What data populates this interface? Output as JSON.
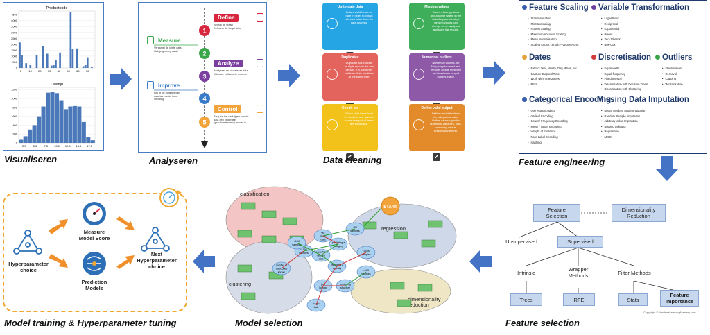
{
  "stages": {
    "visualiseren": "Visualiseren",
    "analyseren": "Analyseren",
    "data_cleaning": "Data cleaning",
    "feature_engineering": "Feature engineering",
    "feature_selection": "Feature selection",
    "model_selection": "Model selection",
    "model_training": "Model training & Hyperparameter tuning"
  },
  "charts": [
    {
      "type": "bar",
      "title": "Productcode",
      "x_ticks": [
        "0",
        "10",
        "20",
        "30",
        "40",
        "50",
        "60",
        "70"
      ],
      "y_ticks": [
        "0",
        "500",
        "1000",
        "1500",
        "2000",
        "2500",
        "3000",
        "3500",
        "4000",
        "4500"
      ],
      "ylim": [
        0,
        4800
      ],
      "x": [
        0,
        2,
        4,
        6,
        8,
        10,
        12,
        14,
        16,
        18,
        20,
        22,
        24,
        26,
        28,
        30,
        32,
        34,
        36,
        38,
        40,
        42,
        44,
        46,
        48,
        50,
        52,
        54,
        56,
        58,
        60,
        62,
        64,
        66,
        68,
        70
      ],
      "values": [
        2150,
        1100,
        0,
        400,
        0,
        250,
        0,
        0,
        1100,
        0,
        0,
        1850,
        0,
        1200,
        0,
        200,
        250,
        700,
        0,
        1300,
        0,
        0,
        0,
        0,
        4700,
        1600,
        0,
        1650,
        0,
        0,
        150,
        250,
        900,
        0,
        120,
        0
      ]
    },
    {
      "type": "bar",
      "title": "Leeftijd",
      "x_ticks": [
        "2.5",
        "5.0",
        "7.5",
        "10.0",
        "12.5",
        "15.0",
        "17.5"
      ],
      "y_ticks": [
        "0",
        "200",
        "400",
        "600",
        "800",
        "1000",
        "1200"
      ],
      "ylim": [
        0,
        1250
      ],
      "values": [
        70,
        150,
        300,
        400,
        600,
        820,
        1130,
        1150,
        1120,
        960,
        760,
        820,
        830,
        820,
        470,
        130,
        60
      ]
    }
  ],
  "analyseren": {
    "steps": [
      {
        "num": "1",
        "title": "Define",
        "text": "Begrijp de vraag\nDefinieer de target data",
        "color": "#d7263d"
      },
      {
        "num": "2",
        "title": "Measure",
        "text": "Verzamel de juiste data\nHeb je genoeg data?",
        "color": "#3aa64a"
      },
      {
        "num": "3",
        "title": "Analyze",
        "text": "Analyseer en visualiseer data\nKijk naar individuele records",
        "color": "#7b3fa0"
      },
      {
        "num": "4",
        "title": "Improve",
        "text": "Kijk of de kwaliteit van\ndata kan ocubt hoen\nonholdig",
        "color": "#3b7cc9"
      },
      {
        "num": "5",
        "title": "Control",
        "text": "Zorg dat het verkrijgen van de\ndata een onderdeel\n(geautomatiseerd) proces is",
        "color": "#f2a33a"
      }
    ]
  },
  "cleaning": {
    "cards": [
      {
        "title": "Up-to-date data",
        "text": "Data should be up-to-date in order to obtain relevant value from the data analysis.",
        "color": "#26a5e4"
      },
      {
        "title": "Missing values",
        "text": "Cases missing values and analyse where in the data they are missing. Missing values can disrupt some analyses and skew the results.",
        "color": "#3fae5a"
      },
      {
        "title": "Duplicates",
        "text": "Duplicate IDs indicate multiple records for one person, e.g. customer holds multiple functions at the same time.",
        "color": "#e3645d"
      },
      {
        "title": "Numerical outliers",
        "text": "Numerical outliers are fairly easy to detect and remove. Define minimum and maximum to spot outliers easily.",
        "color": "#8e5aa8"
      },
      {
        "title": "Check-ins",
        "text": "Check data items in all the fields to see whether some categorical items are duplicated.",
        "color": "#f2c21b"
      },
      {
        "title": "Define valid output",
        "text": "Define valid data items for categorical data. Define data ranges for numerical variables. Non-matching data is presumably wrong.",
        "color": "#e38b2a"
      }
    ]
  },
  "engineering": {
    "sections": [
      {
        "head": "Feature Scaling",
        "color": "#3b5fb0",
        "items": [
          "Standardisation",
          "MinMaxScaling",
          "Robust Scaling",
          "Maximum Absolute Scaling",
          "Mean Normalisation",
          "Scaling to Unit Length – Vector Norm"
        ]
      },
      {
        "head": "Variable Transformation",
        "color": "#6b3fa0",
        "items": [
          "Logarithmic",
          "Reciprocal",
          "Exponential",
          "Power",
          "Yeo-Johnson",
          "Box-Cox"
        ]
      },
      {
        "head": "Dates",
        "color": "#e6a23c",
        "items": [
          "Extract Year, Month, Day, Week, etc",
          "Capture Elapsed Time",
          "Work with Time Zones",
          "More..."
        ]
      },
      {
        "head": "Discretisation",
        "color": "#d13b3b",
        "items": [
          "Equal-width",
          "Equal-frequency",
          "Fixed Interval",
          "Discretisation with Decision Trees",
          "Discretisation with Clustering"
        ]
      },
      {
        "head": "Outliers",
        "color": "#3aa64a",
        "items": [
          "Identification",
          "Removal",
          "Capping",
          "Winsorization"
        ]
      },
      {
        "head": "Categorical Encoding",
        "color": "#3b5fb0",
        "items": [
          "One Hot Encoding",
          "Ordinal Encoding",
          "Count / Frequency Encoding",
          "Mean / Target Encoding",
          "Weight of Evidence",
          "Rare Label Encoding",
          "Hashing"
        ]
      },
      {
        "head": "Missing Data Imputation",
        "color": "#3b5fb0",
        "items": [
          "Mean, Median, Mode Imputation",
          "Random Sample Imputation",
          "Arbitrary Value Imputation",
          "Missing Indicator",
          "Regression",
          "MICE"
        ]
      }
    ]
  },
  "selection": {
    "feature_selection": "Feature\nSelection",
    "dimensionality_reduction": "Dimensionality\nReduction",
    "unsupervised": "Unsupervised",
    "supervised": "Supervised",
    "intrinsic": "Intrinsic",
    "wrapper": "Wrapper\nMethods",
    "filter": "Filter Methods",
    "trees": "Trees",
    "rfe": "RFE",
    "stats": "Stats",
    "importance": "Feature\nImportance",
    "copyright": "Copyright © MachineLearningMastery.com"
  },
  "model_selection": {
    "start": "START",
    "regions": [
      "classification",
      "regression",
      "clustering",
      "dimensionality\nreduction"
    ],
    "nodes": [
      ">50\nsamples",
      "get\nmore\ndata",
      "predicting a\ncategory",
      "<100K\nsamples",
      "do you have\nlabeled\ndata",
      "predicting a\nquantity",
      "<100K\nsamples",
      "just\nlooking",
      "predicting\nstructure",
      "tough\nluck",
      "number of\ncategories\nknown",
      "<10K\nsamples",
      "<10K\nsamples"
    ]
  },
  "training": {
    "hyper_choice": "Hyperparameter\nchoice",
    "measure": "Measure\nModel Score",
    "prediction": "Prediction\nModels",
    "next": "Next\nHyperparameter\nchoice"
  }
}
